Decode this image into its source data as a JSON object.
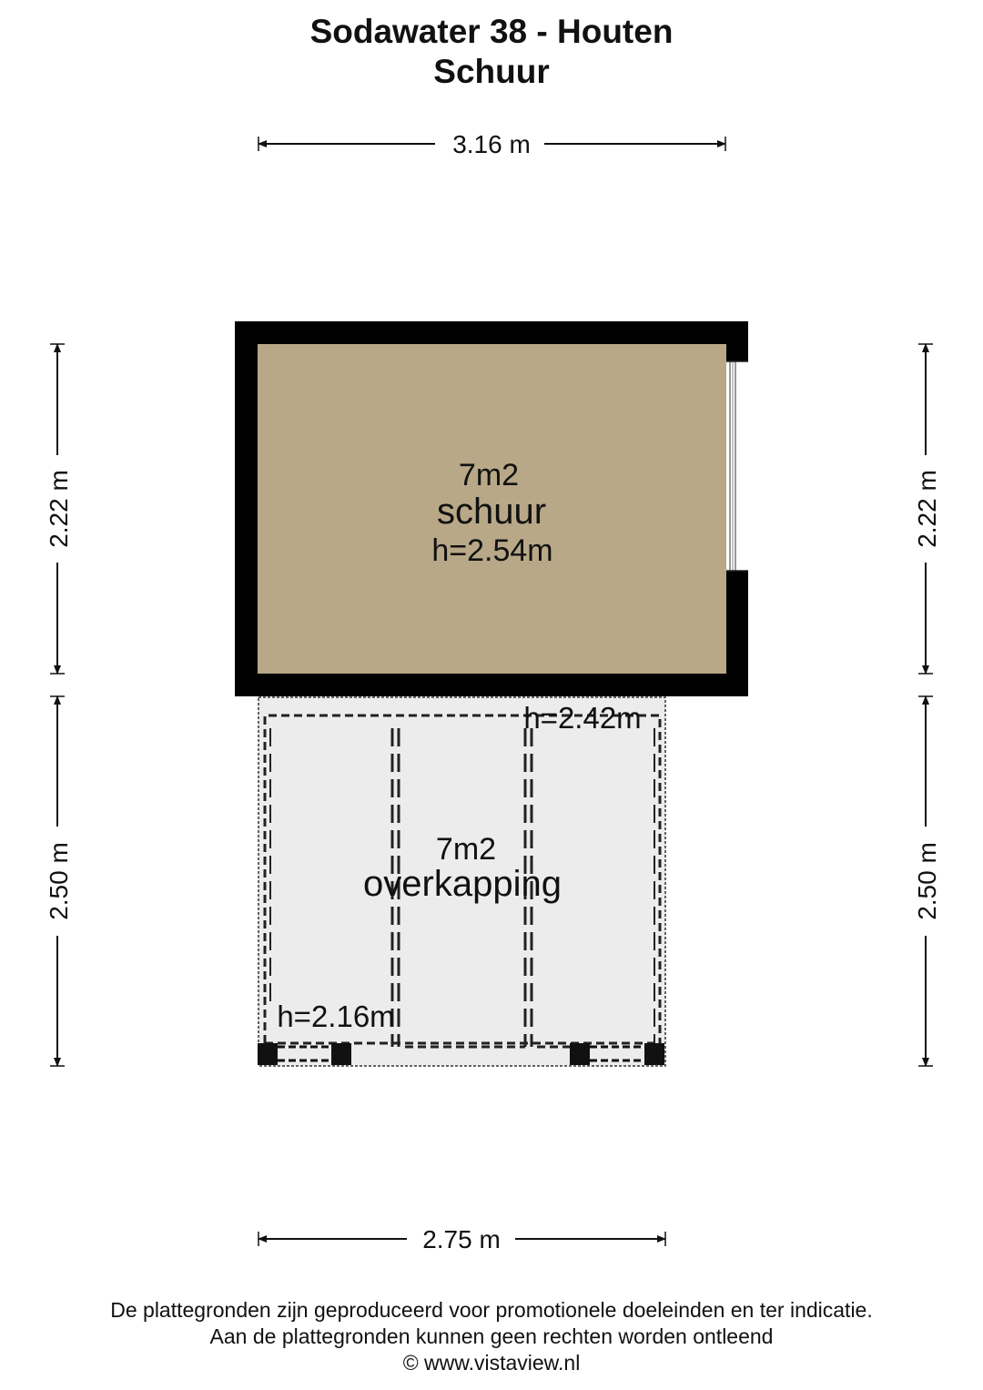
{
  "header": {
    "title": "Sodawater 38 - Houten",
    "subtitle": "Schuur"
  },
  "dimensions": {
    "top_width": "3.16 m",
    "bottom_width": "2.75 m",
    "left_upper": "2.22 m",
    "left_lower": "2.50 m",
    "right_upper": "2.22 m",
    "right_lower": "2.50 m"
  },
  "rooms": [
    {
      "area": "7m2",
      "name": "schuur",
      "height": "h=2.54m",
      "fill": "#b8a888"
    },
    {
      "area": "7m2",
      "name": "overkapping",
      "height_top": "h=2.42m",
      "height_bottom": "h=2.16m",
      "fill": "#ececec"
    }
  ],
  "footer": {
    "line1": "De plattegronden zijn geproduceerd voor promotionele doeleinden en ter indicatie.",
    "line2": "Aan de plattegronden kunnen geen rechten worden ontleend",
    "line3": "© www.vistaview.nl"
  }
}
